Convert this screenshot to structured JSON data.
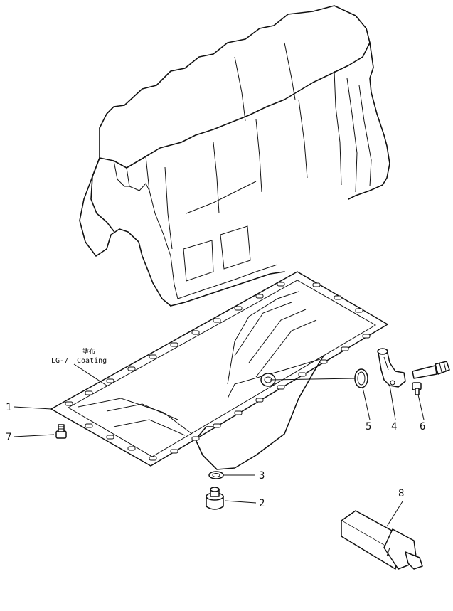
{
  "callouts": {
    "c1": "1",
    "c2": "2",
    "c3": "3",
    "c4": "4",
    "c5": "5",
    "c6": "6",
    "c7": "7",
    "c8": "8"
  },
  "annotation": {
    "code": "LG-7",
    "jp": "塗布",
    "en": "Coating"
  }
}
